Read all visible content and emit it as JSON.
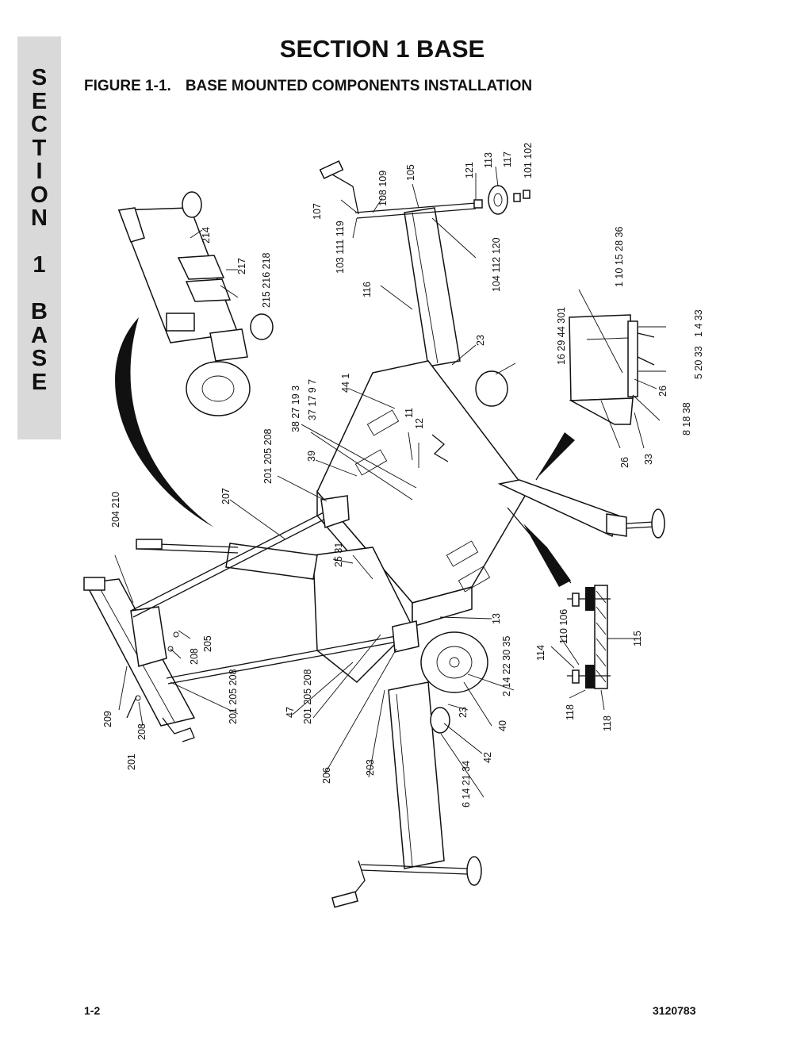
{
  "side_tab": {
    "letters": [
      "S",
      "E",
      "C",
      "T",
      "I",
      "O",
      "N",
      "",
      "1",
      "",
      "B",
      "A",
      "S",
      "E"
    ]
  },
  "page_title": "SECTION 1  BASE",
  "figure": {
    "number": "FIGURE 1-1.",
    "title": "BASE MOUNTED COMPONENTS INSTALLATION"
  },
  "callouts": [
    "107",
    "108 109",
    "105",
    "121",
    "113",
    "117",
    "101 102",
    "103 111 119",
    "104 112 120",
    "116",
    "214",
    "217",
    "215 216 218",
    "1 10 15 28 36",
    "16 29 44 301",
    "23",
    "1 4 33",
    "5 20 33",
    "26",
    "8 18 38",
    "26",
    "33",
    "44 1",
    "38 27 19 3",
    "37 17 9 7",
    "11",
    "12",
    "39",
    "201 205 208",
    "207",
    "204 210",
    "25 31",
    "13",
    "205",
    "208",
    "110 106",
    "114",
    "115",
    "118",
    "118",
    "2 14 22 30 35",
    "40",
    "23",
    "42",
    "6 14 21 34",
    "209",
    "208",
    "201",
    "201 205 208",
    "47",
    "201 205 208",
    "206",
    "203"
  ],
  "footer": {
    "page_number": "1-2",
    "doc_number": "3120783"
  }
}
